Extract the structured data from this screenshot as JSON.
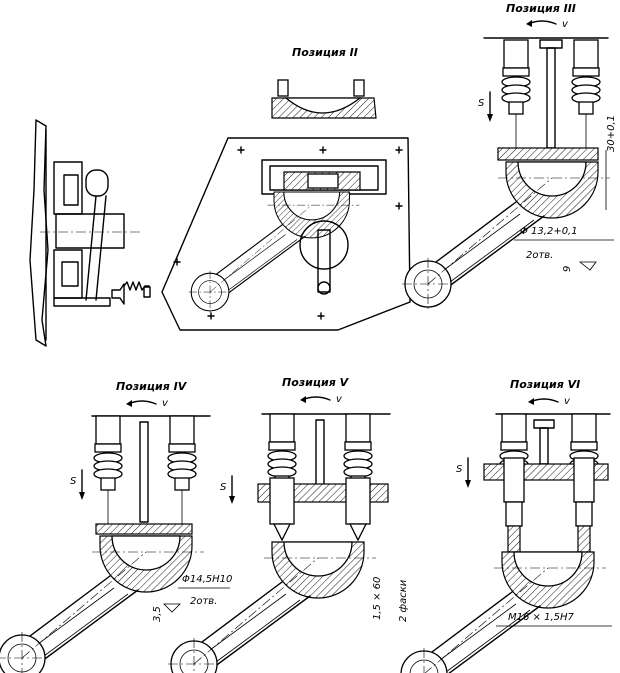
{
  "positions": {
    "p2": {
      "caption": "Позиция  II"
    },
    "p3": {
      "caption": "Позиция  III",
      "rotation": "v",
      "feed": "S",
      "dims": [
        "30+0,1",
        "Φ 13,2+0,1",
        "2отв.",
        "9"
      ]
    },
    "p4": {
      "caption": "Позиция  IV",
      "rotation": "v",
      "feed": "S",
      "dims": [
        "Φ14,5H10",
        "2отв.",
        "3,5"
      ]
    },
    "p5": {
      "caption": "Позиция  V",
      "rotation": "v",
      "feed": "S",
      "dims": [
        "1,5 × 60",
        "2 фаски"
      ]
    },
    "p6": {
      "caption": "Позиция  VI",
      "rotation": "v",
      "feed": "S",
      "dims": [
        "M16 × 1,5H7"
      ]
    }
  }
}
